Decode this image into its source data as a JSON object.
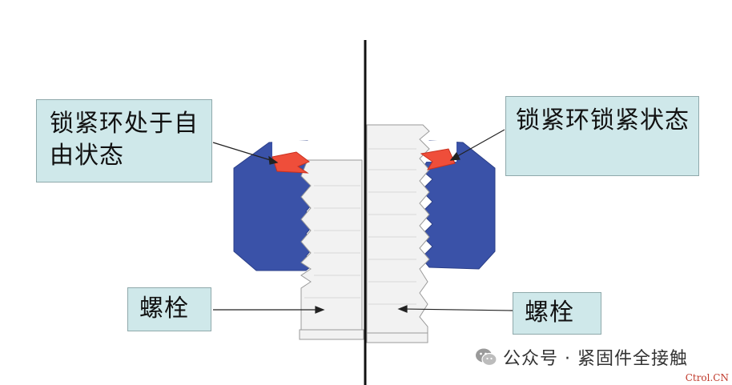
{
  "labels": {
    "locking_ring_free": "锁紧环处于自由状态",
    "locking_ring_locked": "锁紧环锁紧状态",
    "bolt_left": "螺栓",
    "bolt_right": "螺栓"
  },
  "watermark": {
    "text": "公众号 · 紧固件全接触",
    "icon": "wechat-icon"
  },
  "corner_mark": "Ctrol.CN",
  "colors": {
    "nut": "#3a52a8",
    "locking_ring": "#ef4e3a",
    "bolt": "#f1f1f1",
    "label_bg": "#cfe8ea"
  }
}
